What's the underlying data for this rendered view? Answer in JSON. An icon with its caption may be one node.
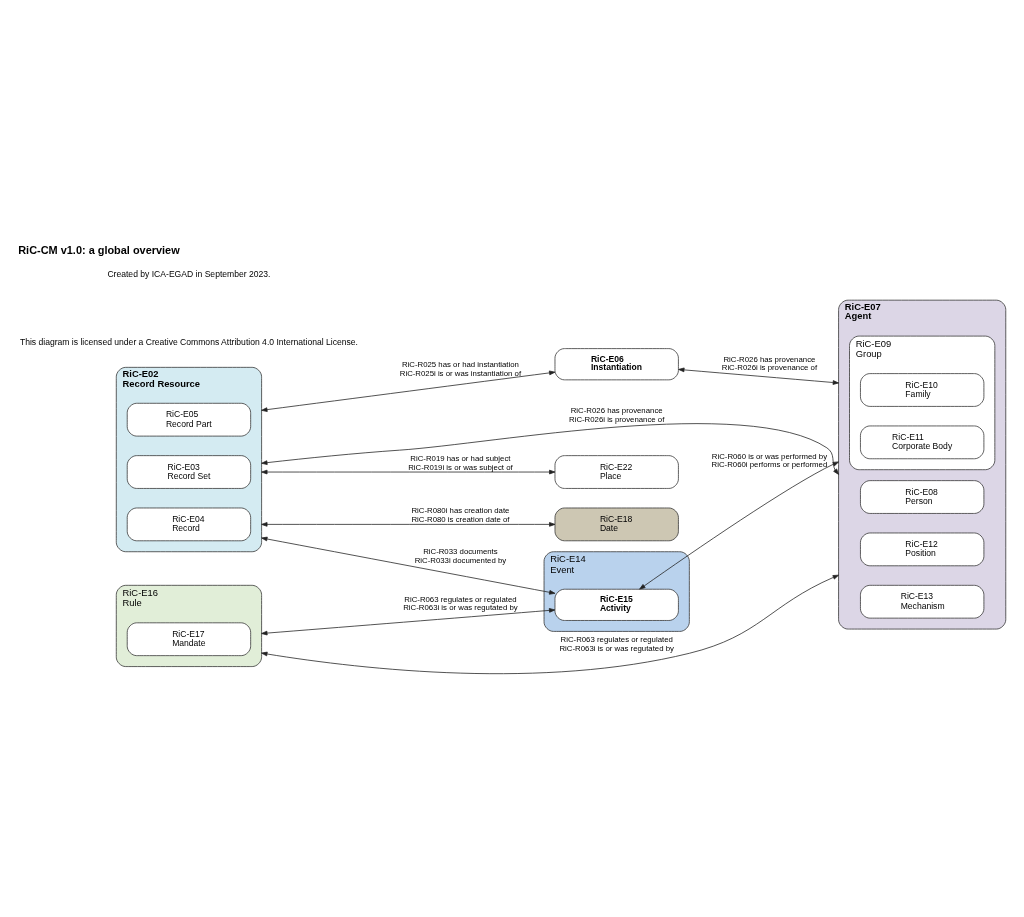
{
  "diagram": {
    "title": "RiC-CM v1.0: a global overview",
    "nodes": [
      {
        "text": [
          "RiC-E02",
          "Record Resource"
        ]
      },
      {
        "text": [
          "RiC-E03",
          "Record Set"
        ],
        "in": 0
      },
      {
        "text": [
          "RiC-E04",
          "Record"
        ],
        "in": 0
      },
      {
        "text": [
          "RiC-E05",
          "Record Part"
        ],
        "in": 0
      },
      {
        "text": [
          "RiC-E18",
          "Date"
        ]
      },
      {
        "text": [
          "RiC-E06",
          "Instantiation"
        ]
      },
      {
        "text": [
          "RiC-E07",
          "Agent"
        ]
      },
      {
        "text": [
          "RiC-E08",
          "Person"
        ],
        "in": 6
      },
      {
        "text": [
          "RiC-E09",
          "Group"
        ],
        "in": 6
      },
      {
        "text": [
          "RiC-E10",
          "Family"
        ],
        "in": 8
      },
      {
        "text": [
          "RiC-E11",
          "Corporate Body"
        ],
        "in": 8
      },
      {
        "text": [
          "RiC-E12",
          "Position"
        ],
        "in": 6
      },
      {
        "text": [
          "RiC-E13",
          "Mechanism"
        ],
        "in": 6
      },
      {
        "text": [
          "RiC-E14",
          "Event"
        ]
      },
      {
        "text": [
          "RiC-E15",
          "Activity"
        ],
        "in": 13
      },
      {
        "text": [
          "RiC-E16",
          "Rule"
        ]
      },
      {
        "text": [
          "RiC-E17",
          "Mandate"
        ],
        "in": 15
      },
      {
        "text": [
          "RiC-E22",
          "Place"
        ]
      }
    ],
    "edges": [
      {
        "from": 0,
        "to": 6,
        "arrow": "both",
        "label": "RiC-R026 has provenance"
      },
      {
        "from": 0,
        "to": 4,
        "arrow": "both",
        "label": "RiC-R080i has creation date"
      },
      {
        "from": 5,
        "to": 6,
        "arrow": "both",
        "label": "RiC-R026 has provenance"
      },
      {
        "from": 0,
        "to": 5,
        "arrow": "both",
        "label": "RiC-R025 has or had instantiation"
      },
      {
        "from": 0,
        "to": 17,
        "arrow": "both",
        "label": "RiC-R019 has or had subject"
      },
      {
        "from": 0,
        "to": 14,
        "arrow": "both",
        "label": "RiC-R033 documents"
      },
      {
        "from": 14,
        "to": 6,
        "arrow": "both",
        "label": "RiC-R060 is or was performed by"
      },
      {
        "from": 15,
        "to": 6,
        "arrow": "both",
        "label": "RiC-R063 regulates or regulated"
      },
      {
        "from": 15,
        "to": 14,
        "arrow": "both",
        "label": "RiC-R063 regulates or regulated"
      }
    ],
    "labels": [
      "RiC-R026i is provenance of",
      "RiC-R080 is creation date of",
      "RiC-R026i is provenance of",
      "RiC-R025i is or was instantiation of",
      "RiC-R019i is or was subject of",
      "RiC-R033i documented by",
      "RiC-R060i performs or performed",
      "RiC-R063i is or was regutated by",
      "RiC-R063i is or was regutated by",
      "Created by ICA-EGAD in September 2023.",
      "This diagram is licensed under a Creative Commons Attribution 4.0 International License."
    ]
  }
}
